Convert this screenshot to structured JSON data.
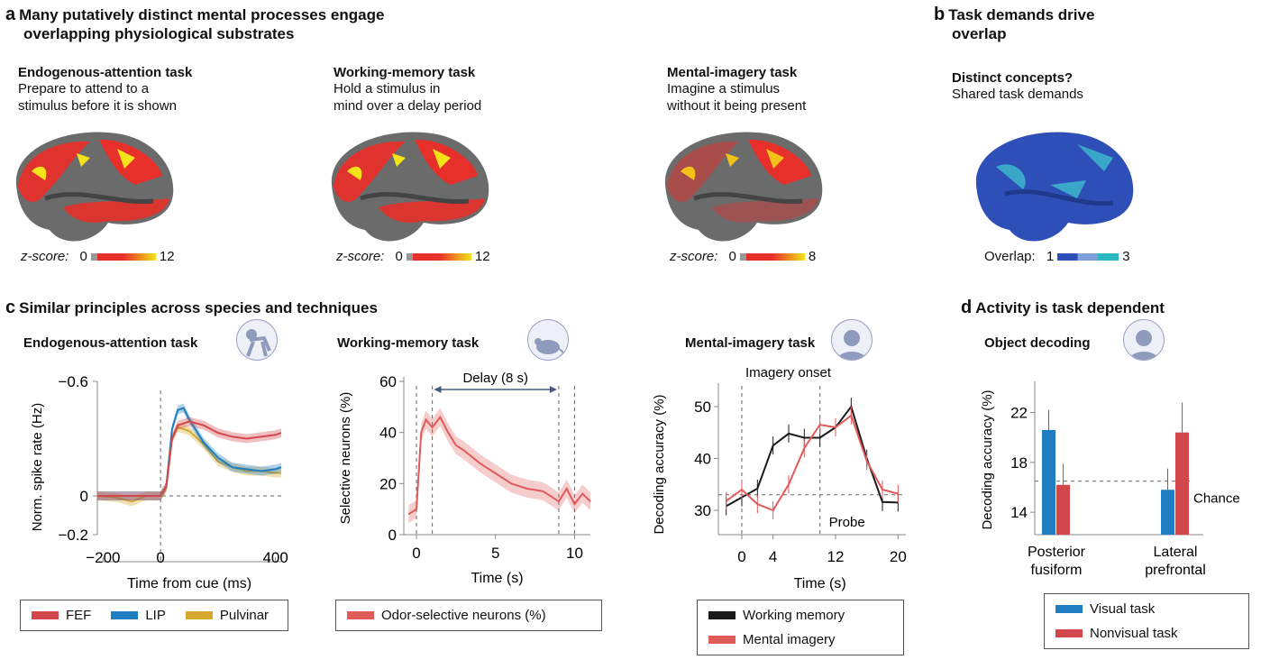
{
  "panel_a": {
    "letter": "a",
    "title_line1": "Many putatively distinct mental processes engage",
    "title_line2": "overlapping physiological substrates",
    "tasks": [
      {
        "name": "Endogenous-attention task",
        "desc1": "Prepare to attend to a",
        "desc2": "stimulus before it is shown",
        "cb_label": "z-score:",
        "cb_min": "0",
        "cb_max": "12"
      },
      {
        "name": "Working-memory task",
        "desc1": "Hold a stimulus in",
        "desc2": "mind over a delay period",
        "cb_label": "z-score:",
        "cb_min": "0",
        "cb_max": "12"
      },
      {
        "name": "Mental-imagery task",
        "desc1": "Imagine a stimulus",
        "desc2": "without it being present",
        "cb_label": "z-score:",
        "cb_min": "0",
        "cb_max": "8"
      }
    ]
  },
  "panel_b": {
    "letter": "b",
    "title_line1": "Task demands drive",
    "title_line2": "overlap",
    "sub1": "Distinct concepts?",
    "sub2": "Shared task demands",
    "cb_label": "Overlap:",
    "cb_min": "1",
    "cb_max": "3"
  },
  "panel_c": {
    "letter": "c",
    "title": "Similar principles across species and techniques",
    "sub": [
      "Endogenous-attention task",
      "Working-memory task",
      "Mental-imagery task"
    ],
    "icons": [
      "monkey-icon",
      "mouse-icon",
      "human-head-icon"
    ]
  },
  "panel_d": {
    "letter": "d",
    "title": "Activity is task dependent",
    "sub": "Object decoding"
  },
  "colors": {
    "red": "#d2474b",
    "blue": "#1f7ec1",
    "yellow": "#d6a830",
    "black": "#1a1a1a",
    "pink": "#e05a5a"
  },
  "chart_data": [
    {
      "type": "line",
      "ylabel": "Norm. spike rate (Hz)",
      "xlabel": "Time from cue (ms)",
      "xlim": [
        -220,
        420
      ],
      "ylim": [
        -0.2,
        -0.6
      ],
      "yticks": [
        "−0.6",
        "0",
        "−0.2"
      ],
      "ytick_values": [
        -0.6,
        0,
        -0.2
      ],
      "xticks": [
        "−200",
        "0",
        "400"
      ],
      "xtick_values": [
        -200,
        0,
        400
      ],
      "x": [
        -220,
        -150,
        -100,
        -50,
        0,
        20,
        40,
        60,
        80,
        100,
        150,
        200,
        250,
        300,
        350,
        400,
        420
      ],
      "series": [
        {
          "name": "FEF",
          "values": [
            0,
            0,
            0,
            0,
            0,
            0.05,
            0.3,
            0.37,
            0.38,
            0.39,
            0.37,
            0.33,
            0.31,
            0.3,
            0.31,
            0.32,
            0.33
          ]
        },
        {
          "name": "LIP",
          "values": [
            0,
            0,
            0,
            0,
            0,
            0.05,
            0.35,
            0.45,
            0.46,
            0.4,
            0.28,
            0.2,
            0.15,
            0.14,
            0.13,
            0.14,
            0.15
          ]
        },
        {
          "name": "Pulvinar",
          "values": [
            0,
            -0.01,
            -0.03,
            0,
            0,
            0.04,
            0.3,
            0.36,
            0.35,
            0.34,
            0.27,
            0.18,
            0.15,
            0.13,
            0.13,
            0.12,
            0.12
          ]
        }
      ],
      "legend": [
        "FEF",
        "LIP",
        "Pulvinar"
      ]
    },
    {
      "type": "line",
      "ylabel": "Selective neurons (%)",
      "xlabel": "Time (s)",
      "xlim": [
        -0.8,
        11
      ],
      "ylim": [
        0,
        60
      ],
      "yticks": [
        "0",
        "20",
        "40",
        "60"
      ],
      "ytick_values": [
        0,
        20,
        40,
        60
      ],
      "xticks": [
        "0",
        "5",
        "10"
      ],
      "xtick_values": [
        0,
        5,
        10
      ],
      "annotation": "Delay (8 s)",
      "vlines": [
        0,
        1,
        9,
        10
      ],
      "x": [
        -0.5,
        0,
        0.3,
        0.6,
        1,
        1.5,
        2,
        2.5,
        3,
        4,
        5,
        6,
        7,
        8,
        9,
        9.5,
        10,
        10.5,
        11
      ],
      "series": [
        {
          "name": "Odor-selective neurons (%)",
          "values": [
            8,
            10,
            40,
            45,
            42,
            46,
            40,
            35,
            33,
            28,
            24,
            20,
            18,
            17,
            13,
            18,
            12,
            16,
            13
          ]
        }
      ],
      "legend": [
        "Odor-selective neurons (%)"
      ]
    },
    {
      "type": "line",
      "ylabel": "Decoding accuracy (%)",
      "xlabel": "Time (s)",
      "xlim": [
        -3,
        21
      ],
      "ylim": [
        25,
        55
      ],
      "yticks": [
        "30",
        "40",
        "50"
      ],
      "ytick_values": [
        30,
        40,
        50
      ],
      "xticks": [
        "0",
        "4",
        "12",
        "20"
      ],
      "xtick_values": [
        0,
        4,
        12,
        20
      ],
      "annotations": [
        "Imagery onset",
        "Probe"
      ],
      "chance": 33,
      "vlines": [
        0,
        10
      ],
      "x": [
        -2,
        0,
        2,
        4,
        6,
        8,
        10,
        12,
        14,
        16,
        18,
        20
      ],
      "series": [
        {
          "name": "Working memory",
          "values": [
            30.8,
            32.5,
            34.2,
            42.5,
            44.8,
            44,
            44,
            46,
            50,
            40,
            31.6,
            31.5
          ]
        },
        {
          "name": "Mental imagery",
          "values": [
            31.8,
            34,
            31.2,
            30,
            35,
            42,
            46.5,
            46,
            48.3,
            39.5,
            34,
            33.2
          ]
        }
      ],
      "legend": [
        "Working memory",
        "Mental imagery"
      ]
    },
    {
      "type": "bar",
      "ylabel": "Decoding accuracy (%)",
      "ylim": [
        12.2,
        24.5
      ],
      "yticks": [
        "14",
        "18",
        "22"
      ],
      "ytick_values": [
        14,
        18,
        22
      ],
      "categories": [
        "Posterior fusiform",
        "Lateral prefrontal"
      ],
      "category_lines": [
        [
          "Posterior",
          "fusiform"
        ],
        [
          "Lateral",
          "prefrontal"
        ]
      ],
      "chance": 16.5,
      "chance_label": "Chance",
      "series": [
        {
          "name": "Visual task",
          "values": [
            20.6,
            15.8
          ],
          "err": [
            1.6,
            1.7
          ]
        },
        {
          "name": "Nonvisual task",
          "values": [
            16.2,
            20.4
          ],
          "err": [
            1.7,
            2.4
          ]
        }
      ],
      "legend": [
        "Visual task",
        "Nonvisual task"
      ]
    }
  ]
}
